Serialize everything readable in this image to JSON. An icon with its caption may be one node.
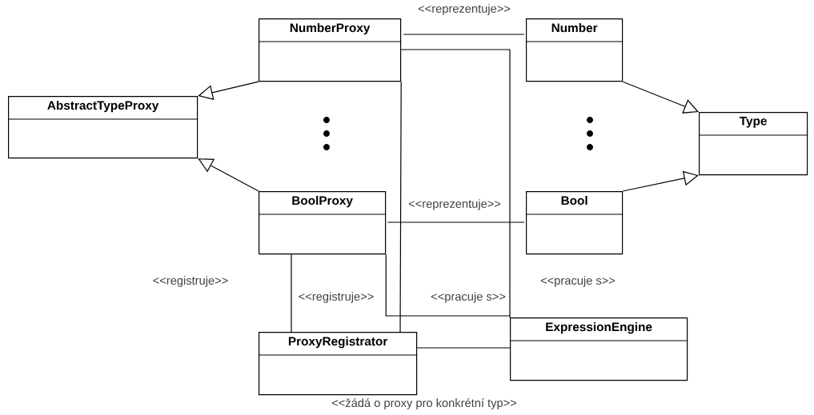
{
  "diagram": {
    "nodes": [
      {
        "text": [
          "NumberProxy"
        ]
      },
      {
        "text": [
          "Number"
        ]
      },
      {
        "text": [
          "AbstractTypeProxy"
        ]
      },
      {
        "text": [
          "Type"
        ]
      },
      {
        "text": [
          "BoolProxy"
        ]
      },
      {
        "text": [
          "Bool"
        ]
      },
      {
        "text": [
          "ProxyRegistrator"
        ]
      },
      {
        "text": [
          "ExpressionEngine"
        ]
      }
    ],
    "edges": [
      {
        "from": 0,
        "to": 2,
        "arrow": "to"
      },
      {
        "from": 4,
        "to": 2,
        "arrow": "to"
      },
      {
        "from": 1,
        "to": 3,
        "arrow": "to"
      },
      {
        "from": 5,
        "to": 3,
        "arrow": "to"
      },
      {
        "from": 0,
        "to": 1,
        "arrow": "none",
        "label": "<<reprezentuje>>"
      },
      {
        "from": 4,
        "to": 5,
        "arrow": "none",
        "label": "<<reprezentuje>>"
      },
      {
        "from": 0,
        "to": 7,
        "arrow": "none",
        "label": "<<pracuje s>>"
      },
      {
        "from": 4,
        "to": 7,
        "arrow": "none",
        "label": "<<pracuje s>>"
      },
      {
        "from": 6,
        "to": 7,
        "arrow": "none",
        "label": "<<žádá o proxy pro konkrétní typ>>"
      },
      {
        "from": 4,
        "to": 6,
        "arrow": "none",
        "label": "<<registruje>>"
      },
      {
        "from": 0,
        "to": 6,
        "arrow": "none"
      }
    ],
    "labels": [
      "<<registruje>>"
    ]
  }
}
